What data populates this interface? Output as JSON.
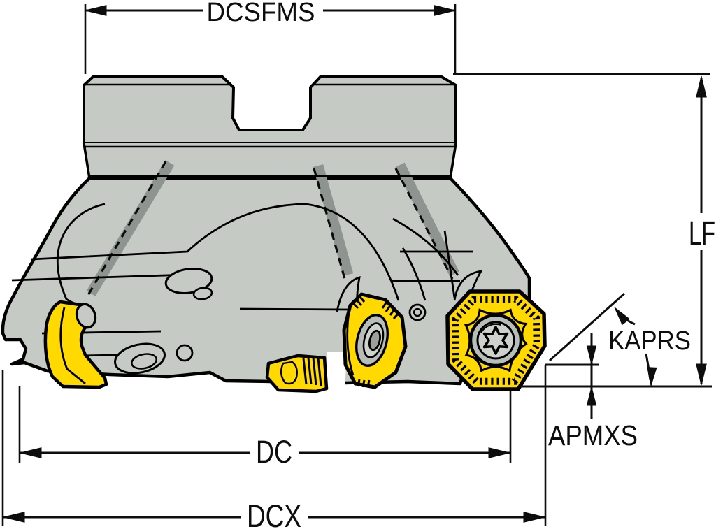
{
  "labels": {
    "dcsfms": "DCSFMS",
    "lf": "LF",
    "kaprs": "KAPRS",
    "apmxs": "APMXS",
    "dc": "DC",
    "dcx": "DCX"
  },
  "colors": {
    "background": "#ffffff",
    "body_gray": "#c5cac5",
    "coolant_stripe_gray": "#8e948f",
    "insert_yellow": "#ffd900",
    "screw_gray": "#b7bdb8",
    "screw_inner_gray": "#cdd2cd",
    "line_black": "#000000"
  }
}
